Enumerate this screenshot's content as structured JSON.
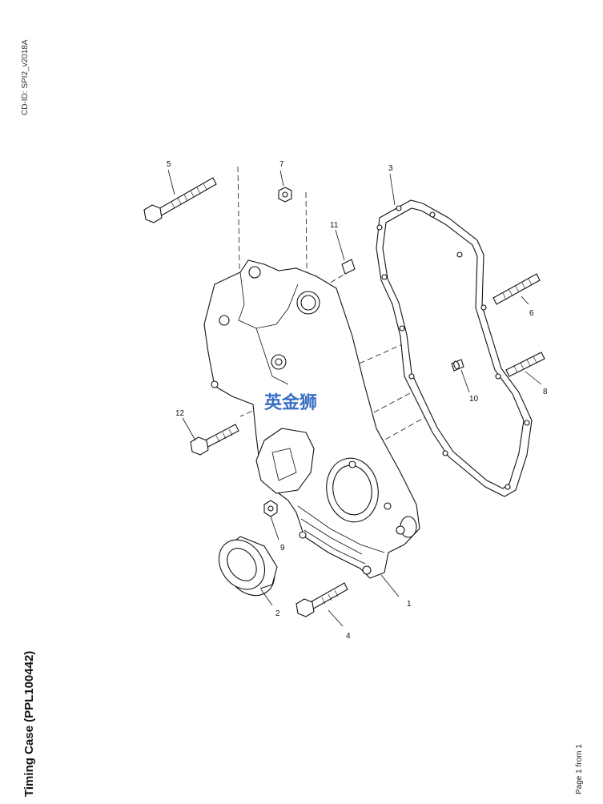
{
  "header": {
    "cd_id": "CD-ID: SPI2_v2018A"
  },
  "footer": {
    "title": "Timing Case (PPL100442)",
    "page": "Page 1 from 1"
  },
  "watermark": {
    "text": "英金狮",
    "color": "#3b6fc4"
  },
  "callouts": [
    {
      "id": "1",
      "label": "1"
    },
    {
      "id": "2",
      "label": "2"
    },
    {
      "id": "3",
      "label": "3"
    },
    {
      "id": "4",
      "label": "4"
    },
    {
      "id": "5",
      "label": "5"
    },
    {
      "id": "6",
      "label": "6"
    },
    {
      "id": "7",
      "label": "7"
    },
    {
      "id": "8",
      "label": "8"
    },
    {
      "id": "9",
      "label": "9"
    },
    {
      "id": "10",
      "label": "10"
    },
    {
      "id": "11",
      "label": "11"
    },
    {
      "id": "12",
      "label": "12"
    }
  ]
}
